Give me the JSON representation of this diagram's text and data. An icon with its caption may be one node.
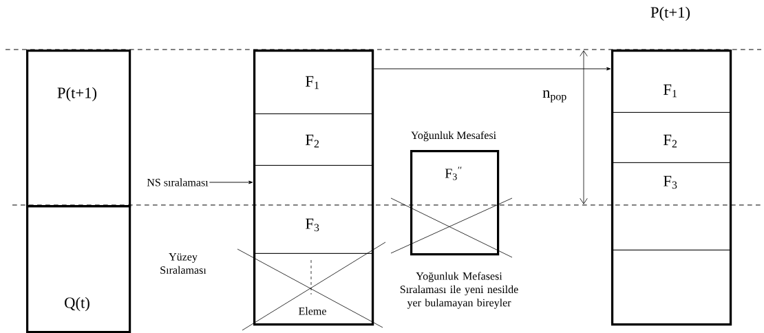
{
  "diagram": {
    "nodes": [
      {
        "text": [
          "P(t+1)"
        ]
      },
      {
        "text": [
          "Q(t)"
        ]
      },
      {
        "text": [],
        "shape": "box"
      },
      {
        "text": [
          "F$_{1}$"
        ],
        "in": 2
      },
      {
        "text": [
          "F$_{2}$"
        ],
        "in": 2
      },
      {
        "text": [
          "F$_{3}$"
        ],
        "in": 2
      },
      {
        "text": [
          "Eleme"
        ],
        "in": 2
      },
      {
        "text": [
          "NS sıralaması"
        ]
      },
      {
        "text": [
          "Yoğunluk Mesafesi",
          "F$_{3}$$^{′′}$"
        ],
        "beside": [
          "Yoğunluk Mefasesi Sıralaması ile yeni nesilde yer bulamayan bireyler"
        ]
      },
      {
        "text": [
          "P(t+1)"
        ]
      },
      {
        "text": [
          "F$_{1}$"
        ],
        "in": 9
      },
      {
        "text": [
          "F$_{2}$"
        ],
        "in": 9
      },
      {
        "text": [
          "F$_{3}$"
        ],
        "in": 9
      },
      {
        "text": [],
        "shape": "box",
        "in": 9
      }
    ],
    "edges": [
      {
        "from": 7,
        "to": 2,
        "arrow": "to"
      },
      {
        "from": 2,
        "to": 9,
        "arrow": "to"
      }
    ],
    "labels": [
      "Yüzey Sıralaması",
      "n$_{pop}$"
    ]
  }
}
